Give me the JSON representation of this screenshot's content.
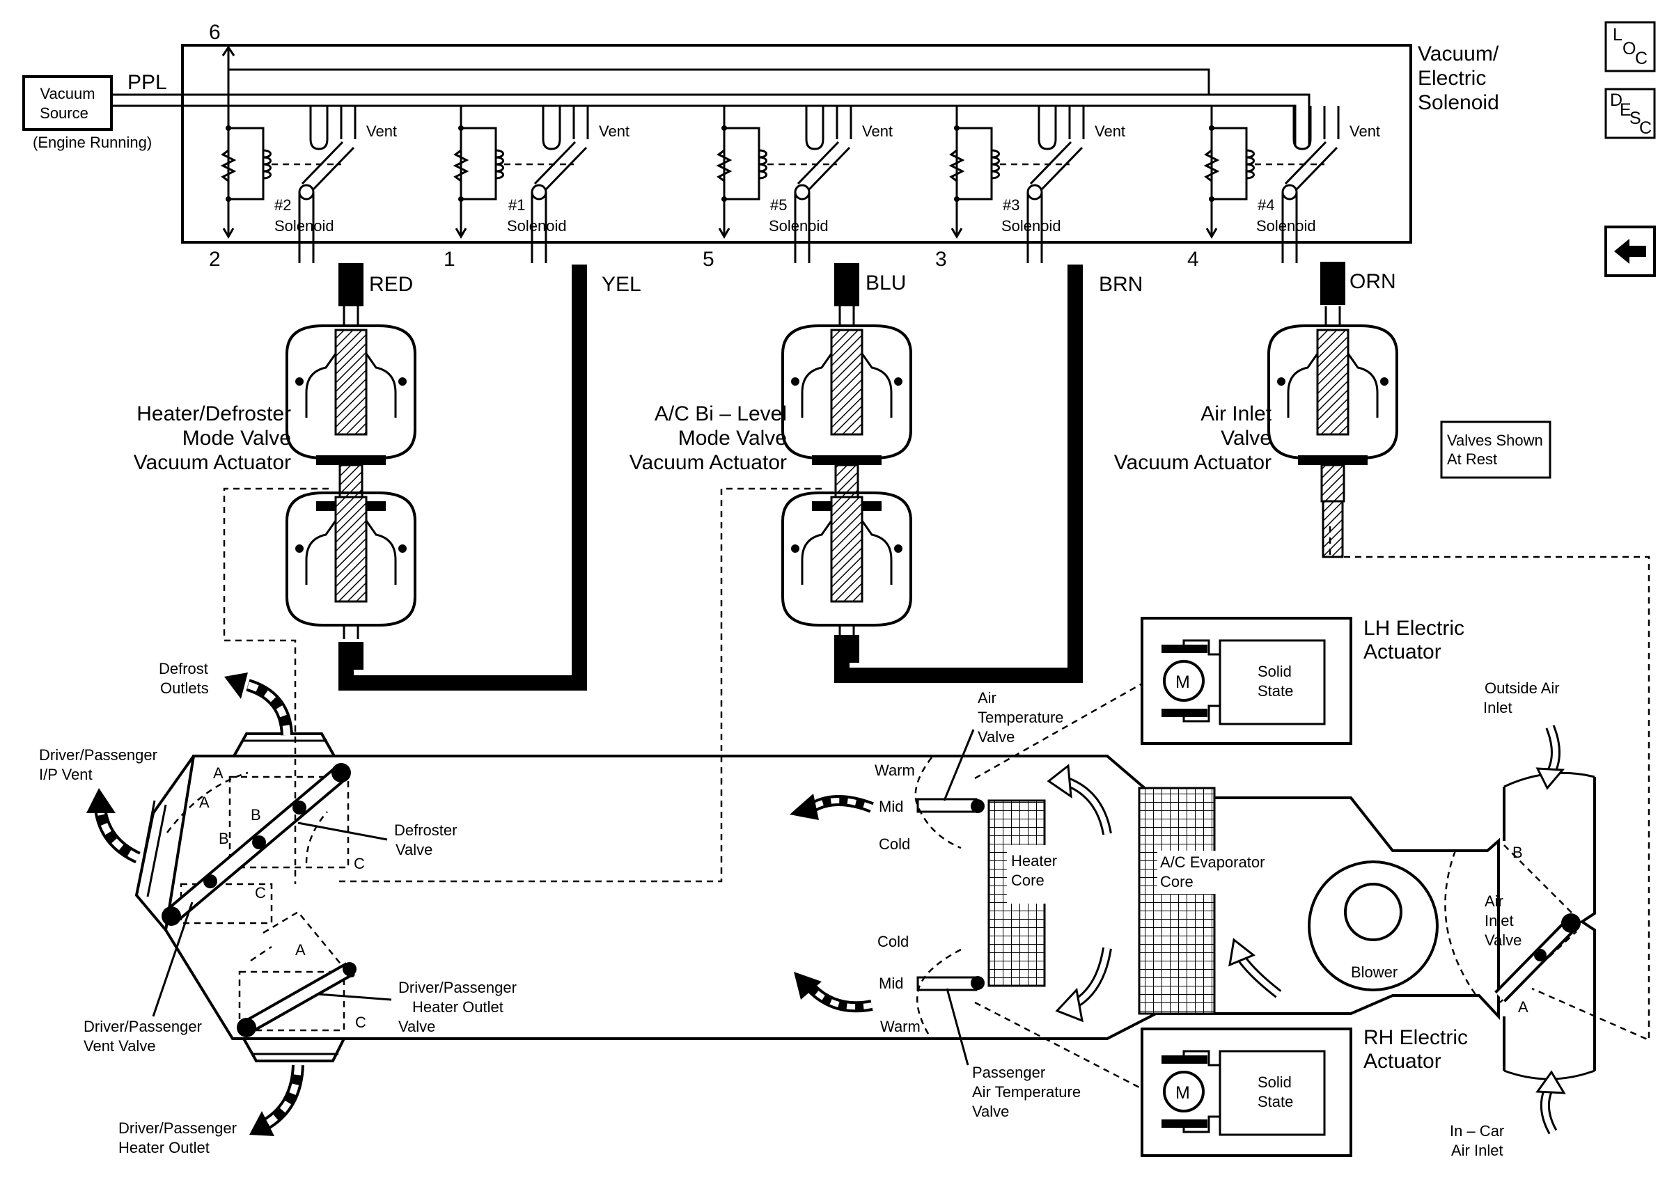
{
  "vacuum_source": {
    "line1": "Vacuum",
    "line2": "Source",
    "note": "(Engine Running)"
  },
  "supply_label": "PPL",
  "solenoid_block": {
    "line1": "Vacuum/",
    "line2": "Electric",
    "line3": "Solenoid"
  },
  "port_numbers": [
    "6",
    "2",
    "1",
    "5",
    "3",
    "4"
  ],
  "vent_label": "Vent",
  "solenoids": [
    {
      "id": "#2",
      "label": "Solenoid"
    },
    {
      "id": "#1",
      "label": "Solenoid"
    },
    {
      "id": "#5",
      "label": "Solenoid"
    },
    {
      "id": "#3",
      "label": "Solenoid"
    },
    {
      "id": "#4",
      "label": "Solenoid"
    }
  ],
  "hose_colors": [
    "RED",
    "YEL",
    "BLU",
    "BRN",
    "ORN"
  ],
  "actuators": {
    "heater_defroster": [
      "Heater/Defroster",
      "Mode Valve",
      "Vacuum Actuator"
    ],
    "ac_bilevel": [
      "A/C Bi – Level",
      "Mode Valve",
      "Vacuum Actuator"
    ],
    "air_inlet": [
      "Air Inlet",
      "Valve",
      "Vacuum Actuator"
    ]
  },
  "valves_at_rest": [
    "Valves Shown",
    "At Rest"
  ],
  "nav": {
    "loc": [
      "L",
      "O",
      "C"
    ],
    "desc": [
      "D",
      "E",
      "S",
      "C"
    ]
  },
  "outlets": {
    "defrost": [
      "Defrost",
      "Outlets"
    ],
    "ip_vent": [
      "Driver/Passenger",
      "I/P Vent"
    ],
    "defroster_valve": [
      "Defroster",
      "Valve"
    ],
    "vent_valve": [
      "Driver/Passenger",
      "Vent Valve"
    ],
    "heater_outlet_valve": [
      "Driver/Passenger",
      "Heater Outlet",
      "Valve"
    ],
    "heater_outlet": [
      "Driver/Passenger",
      "Heater Outlet"
    ]
  },
  "positions": {
    "a": "A",
    "b": "B",
    "c": "C"
  },
  "temp_positions": {
    "warm": "Warm",
    "mid": "Mid",
    "cold": "Cold"
  },
  "air_temp_valve": [
    "Air",
    "Temperature",
    "Valve"
  ],
  "passenger_air_temp_valve": [
    "Passenger",
    "Air Temperature",
    "Valve"
  ],
  "heater_core": [
    "Heater",
    "Core"
  ],
  "evaporator_core": [
    "A/C Evaporator",
    "Core"
  ],
  "blower": "Blower",
  "lh_actuator": [
    "LH Electric",
    "Actuator"
  ],
  "rh_actuator": [
    "RH Electric",
    "Actuator"
  ],
  "motor": "M",
  "solid_state": [
    "Solid",
    "State"
  ],
  "outside_air_inlet": [
    "Outside Air",
    "Inlet"
  ],
  "air_inlet_valve": [
    "Air",
    "Inlet",
    "Valve"
  ],
  "in_car_inlet": [
    "In – Car",
    "Air Inlet"
  ]
}
